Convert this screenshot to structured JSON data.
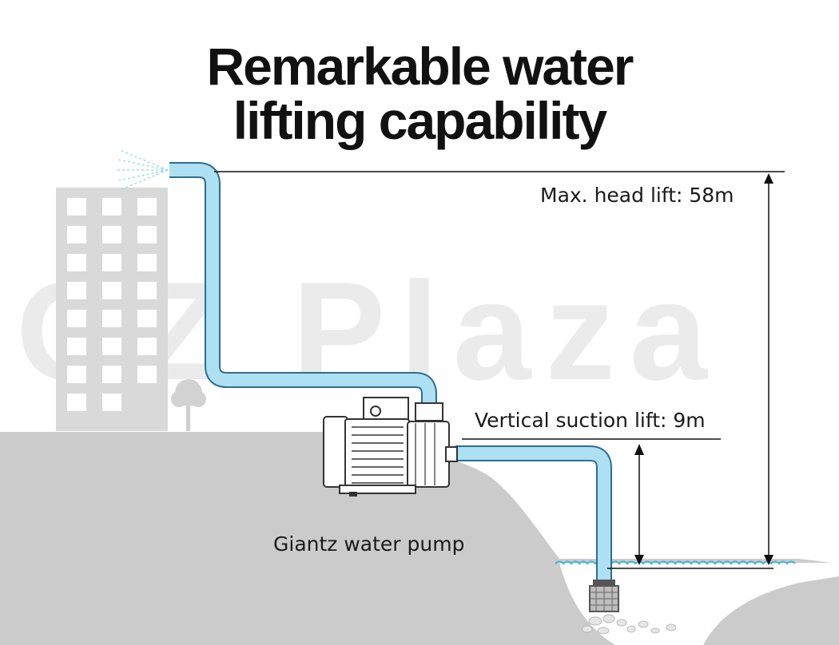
{
  "title": {
    "line1": "Remarkable water",
    "line2": "lifting capability"
  },
  "labels": {
    "max_head_lift": "Max. head lift: 58m",
    "vertical_suction_lift": "Vertical suction lift: 9m",
    "pump_name": "Giantz water pump"
  },
  "watermark": "OZ Plaza",
  "colors": {
    "pipe_fill": "#aee0f3",
    "pipe_stroke": "#2b6f8f",
    "ground": "#cbcbcb",
    "water_line": "#37b5d6",
    "text": "#1a1a1a"
  }
}
